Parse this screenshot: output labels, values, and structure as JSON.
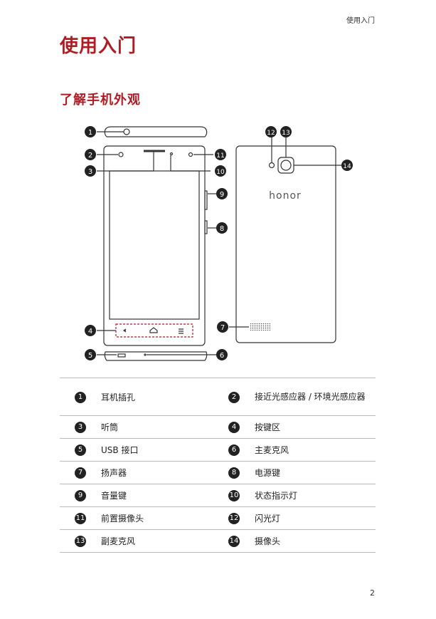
{
  "header": {
    "running_title": "使用入门"
  },
  "chapter": {
    "title": "使用入门"
  },
  "section": {
    "title": "了解手机外观"
  },
  "diagram": {
    "back_logo": "honor",
    "callout_numbers": [
      "1",
      "2",
      "3",
      "4",
      "5",
      "6",
      "7",
      "8",
      "9",
      "10",
      "11",
      "12",
      "13",
      "14"
    ]
  },
  "legend": {
    "rows": [
      {
        "a_num": "1",
        "a_label": "耳机插孔",
        "b_num": "2",
        "b_label": "接近光感应器 / 环境光感应器"
      },
      {
        "a_num": "3",
        "a_label": "听筒",
        "b_num": "4",
        "b_label": "按键区"
      },
      {
        "a_num": "5",
        "a_label": "USB 接口",
        "b_num": "6",
        "b_label": "主麦克风"
      },
      {
        "a_num": "7",
        "a_label": "扬声器",
        "b_num": "8",
        "b_label": "电源键"
      },
      {
        "a_num": "9",
        "a_label": "音量键",
        "b_num": "10",
        "b_label": "状态指示灯"
      },
      {
        "a_num": "11",
        "a_label": "前置摄像头",
        "b_num": "12",
        "b_label": "闪光灯"
      },
      {
        "a_num": "13",
        "a_label": "副麦克风",
        "b_num": "14",
        "b_label": "摄像头"
      }
    ]
  },
  "footer": {
    "page_number": "2"
  }
}
